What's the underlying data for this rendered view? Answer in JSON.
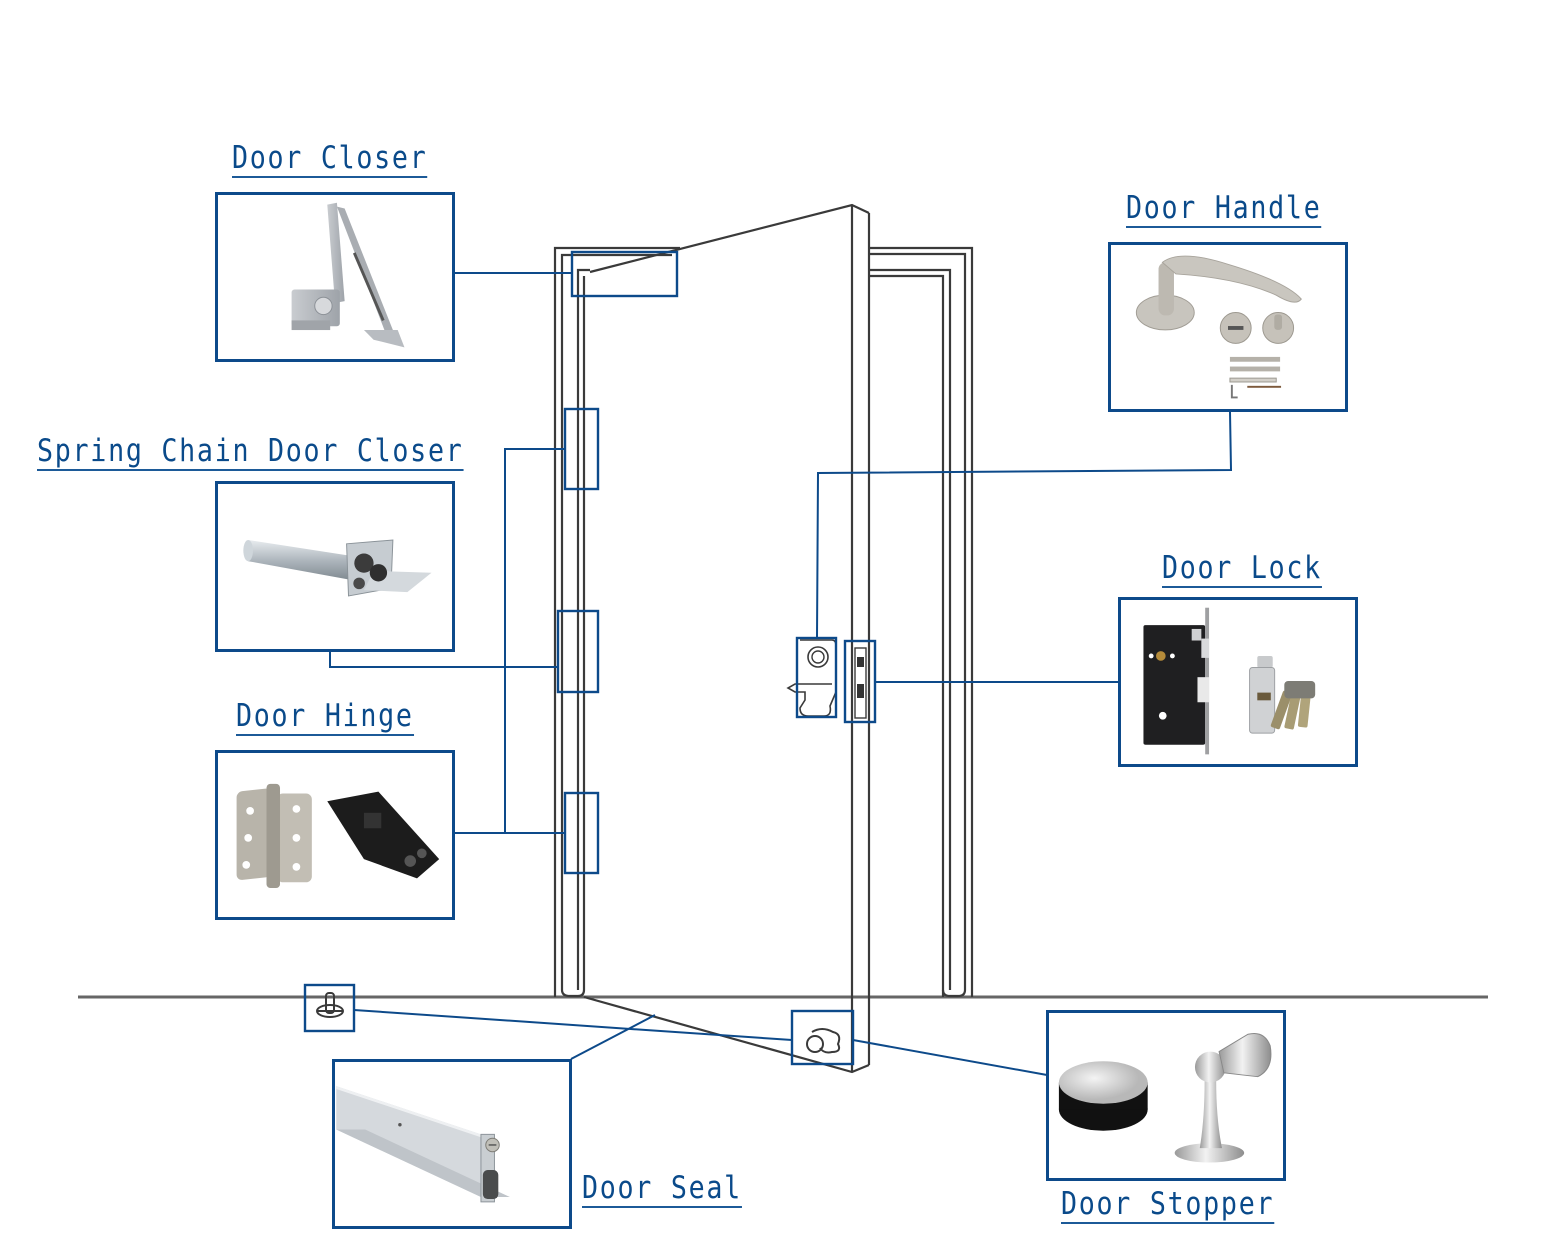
{
  "diagram": {
    "title": "Door Hardware Components",
    "accent_color": "#0d4a8a",
    "line_color": "#0d4a8a",
    "drawing_color": "#333333",
    "components": [
      {
        "id": "door-closer",
        "label": "Door Closer",
        "icon": "door-closer-icon"
      },
      {
        "id": "spring-chain-door-closer",
        "label": "Spring Chain Door Closer",
        "icon": "spring-chain-closer-icon"
      },
      {
        "id": "door-hinge",
        "label": "Door Hinge",
        "icon": "door-hinge-icon"
      },
      {
        "id": "door-handle",
        "label": "Door Handle",
        "icon": "door-handle-icon"
      },
      {
        "id": "door-lock",
        "label": "Door Lock",
        "icon": "mortise-lock-icon"
      },
      {
        "id": "door-seal",
        "label": "Door Seal",
        "icon": "door-seal-icon"
      },
      {
        "id": "door-stopper",
        "label": "Door Stopper",
        "icon": "door-stopper-icon"
      }
    ]
  }
}
